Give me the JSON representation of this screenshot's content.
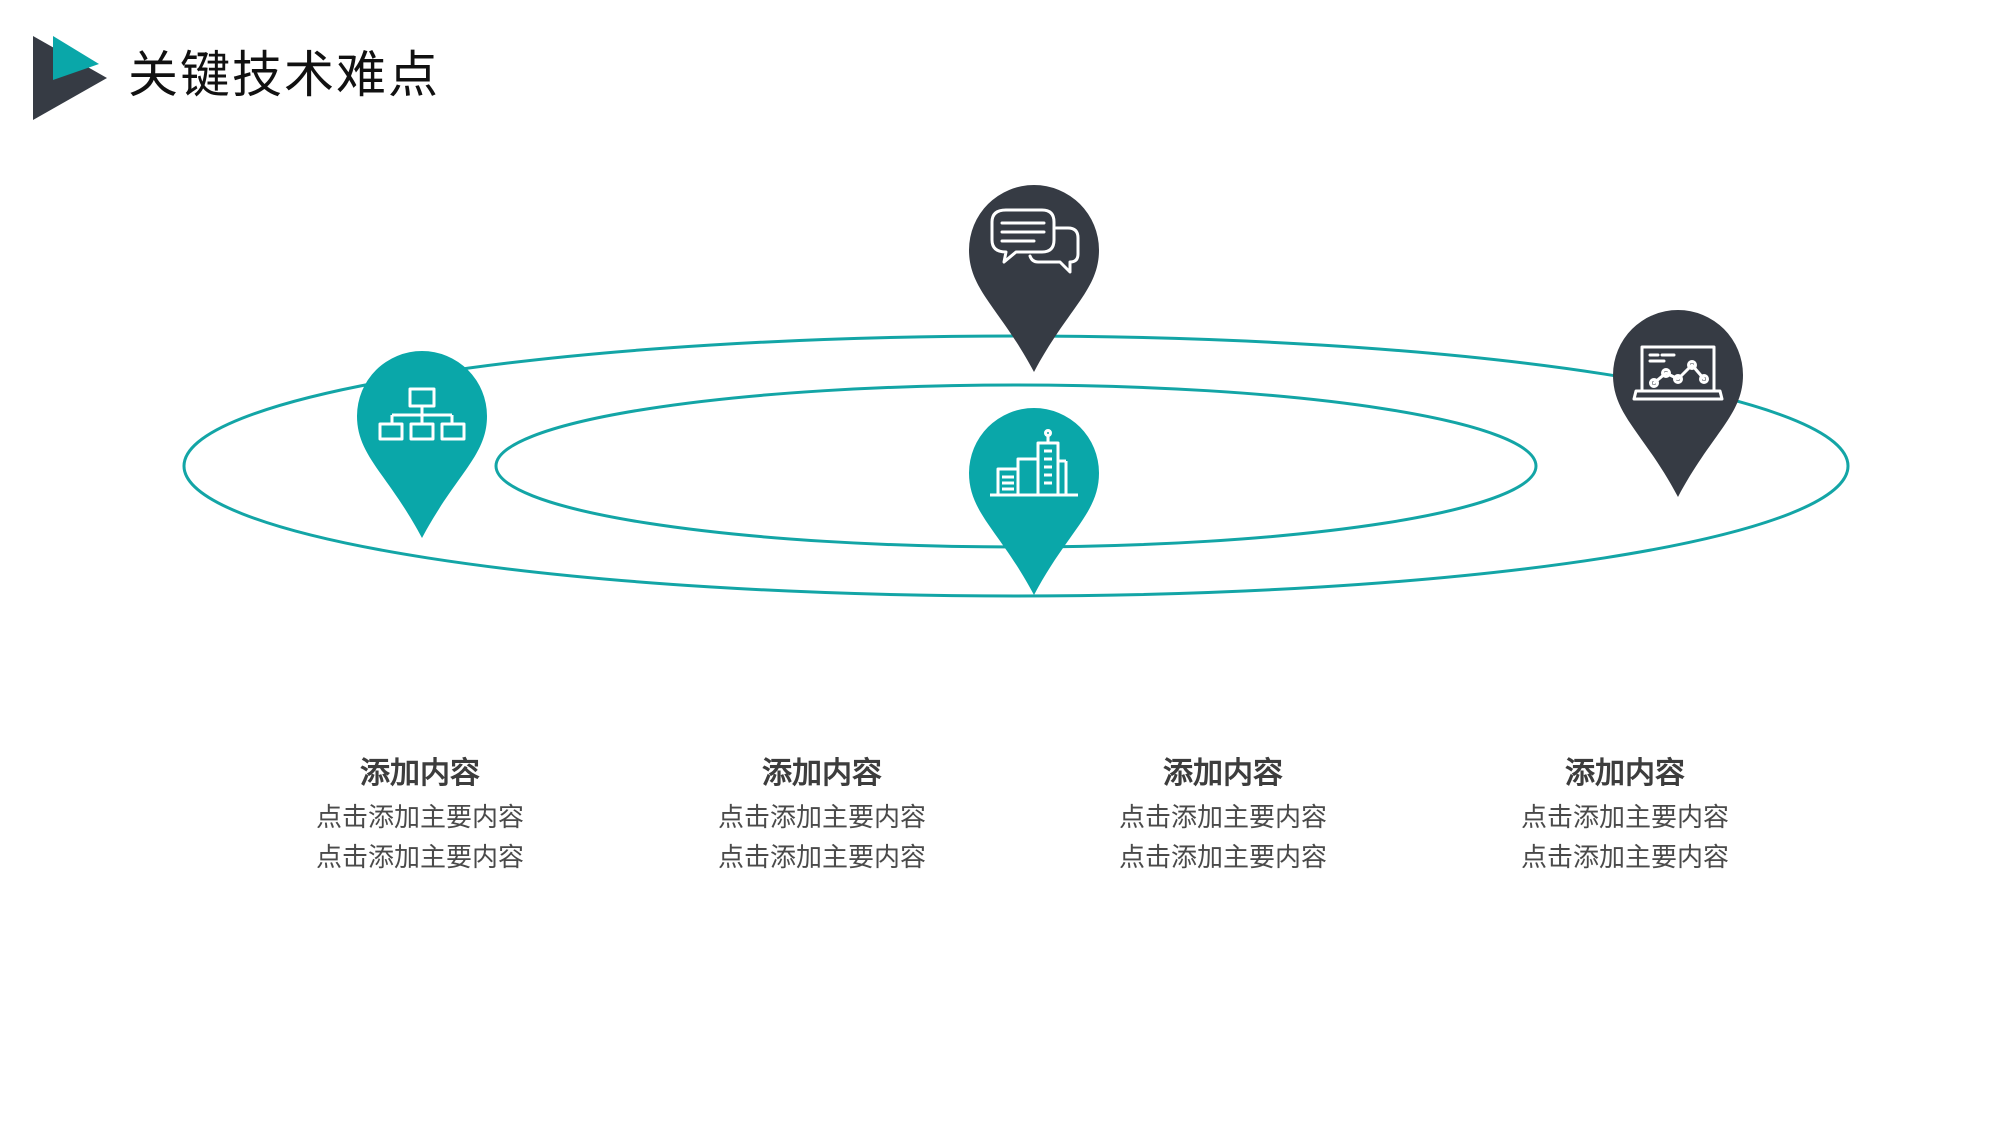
{
  "slide": {
    "title": "关键技术难点"
  },
  "colors": {
    "accent": "#0aa7a9",
    "dark": "#363b44",
    "ring": "#13a5a6",
    "text_dark": "#3d3d3d"
  },
  "pins": [
    {
      "name": "pin-chat",
      "icon": "chat-bubbles-icon",
      "color": "dark"
    },
    {
      "name": "pin-hierarchy",
      "icon": "org-chart-icon",
      "color": "accent"
    },
    {
      "name": "pin-buildings",
      "icon": "buildings-icon",
      "color": "accent"
    },
    {
      "name": "pin-laptop",
      "icon": "laptop-chart-icon",
      "color": "dark"
    }
  ],
  "captions": [
    {
      "title": "添加内容",
      "line1": "点击添加主要内容",
      "line2": "点击添加主要内容"
    },
    {
      "title": "添加内容",
      "line1": "点击添加主要内容",
      "line2": "点击添加主要内容"
    },
    {
      "title": "添加内容",
      "line1": "点击添加主要内容",
      "line2": "点击添加主要内容"
    },
    {
      "title": "添加内容",
      "line1": "点击添加主要内容",
      "line2": "点击添加主要内容"
    }
  ]
}
